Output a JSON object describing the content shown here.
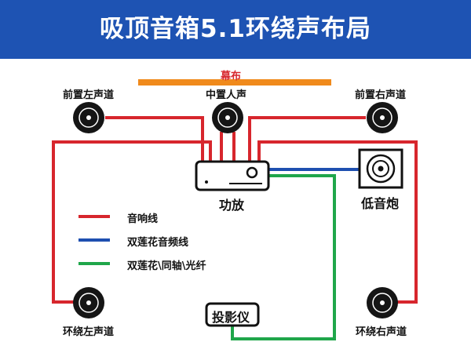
{
  "header": {
    "title": "吸顶音箱5.1环绕声布局"
  },
  "screen_label": "幕布",
  "speakers": {
    "front_left": "前置左声道",
    "center": "中置人声",
    "front_right": "前置右声道",
    "surround_left": "环绕左声道",
    "surround_right": "环绕右声道"
  },
  "amplifier_label": "功放",
  "subwoofer_label": "低音炮",
  "projector_label": "投影仪",
  "legend": [
    {
      "label": "音响线",
      "color": "#d7262d"
    },
    {
      "label": "双莲花音频线",
      "color": "#1e4fb0"
    },
    {
      "label": "双莲花\\同轴\\光纤",
      "color": "#1fa64a"
    }
  ],
  "colors": {
    "header_bg": "#1e53b3",
    "screen_bar": "#f08a1c",
    "screen_text": "#d7262d",
    "speaker_body": "#151515"
  }
}
